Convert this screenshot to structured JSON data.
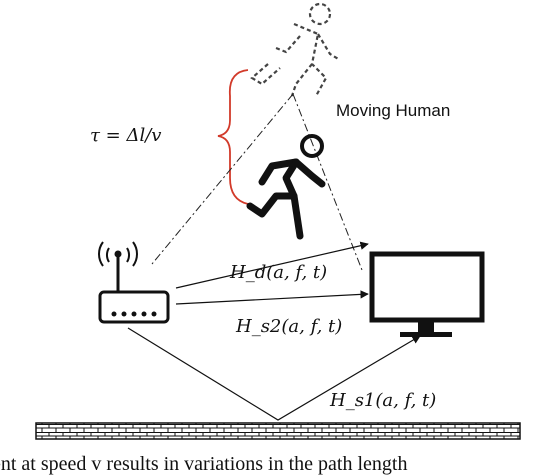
{
  "labels": {
    "tau_eq": "τ = Δl/v",
    "moving_human": "Moving Human",
    "hd": "H_d(a, f, t)",
    "hs2": "H_s2(a, f, t)",
    "hs1": "H_s1(a, f, t)"
  },
  "caption": "ent at speed v results in variations in the path length"
}
